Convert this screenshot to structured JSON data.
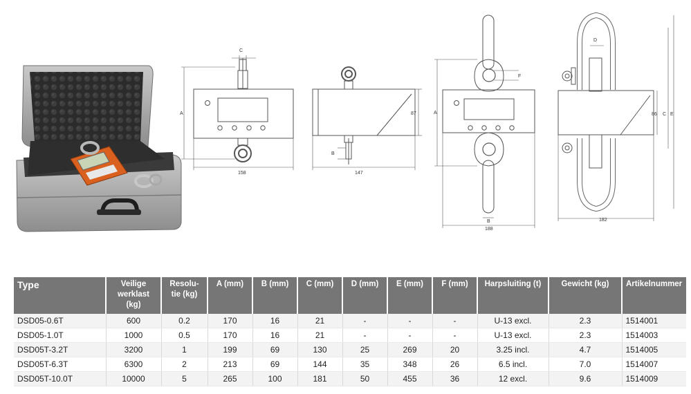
{
  "drawing_labels": {
    "fig1": {
      "c": "C",
      "a": "A",
      "width": "158"
    },
    "fig2": {
      "b": "B",
      "depth": "147",
      "height": "87"
    },
    "fig3": {
      "a": "A",
      "f": "F",
      "b": "B",
      "width": "188"
    },
    "fig4": {
      "d": "D",
      "c": "C",
      "e": "E",
      "height": "86",
      "width": "182"
    }
  },
  "table": {
    "headers": {
      "type": "Type",
      "load": [
        "Veilige",
        "werklast",
        "(kg)"
      ],
      "resolution": [
        "Resolu-",
        "tie (kg)"
      ],
      "a": "A (mm)",
      "b": "B (mm)",
      "c": "C (mm)",
      "d": "D (mm)",
      "e": "E (mm)",
      "f": "F (mm)",
      "shackle": "Harpsluiting (t)",
      "weight": "Gewicht (kg)",
      "article": "Artikelnummer"
    },
    "rows": [
      [
        "DSD05-0.6T",
        "600",
        "0.2",
        "170",
        "16",
        "21",
        "-",
        "-",
        "-",
        "U-13 excl.",
        "2.3",
        "1514001"
      ],
      [
        "DSD05-1.0T",
        "1000",
        "0.5",
        "170",
        "16",
        "21",
        "-",
        "-",
        "-",
        "U-13 excl.",
        "2.3",
        "1514003"
      ],
      [
        "DSD05T-3.2T",
        "3200",
        "1",
        "199",
        "69",
        "130",
        "25",
        "269",
        "20",
        "3.25 incl.",
        "4.7",
        "1514005"
      ],
      [
        "DSD05T-6.3T",
        "6300",
        "2",
        "213",
        "69",
        "144",
        "35",
        "348",
        "26",
        "6.5 incl.",
        "7.0",
        "1514007"
      ],
      [
        "DSD05T-10.0T",
        "10000",
        "5",
        "265",
        "100",
        "181",
        "50",
        "455",
        "36",
        "12 excl.",
        "9.6",
        "1514009"
      ]
    ]
  }
}
